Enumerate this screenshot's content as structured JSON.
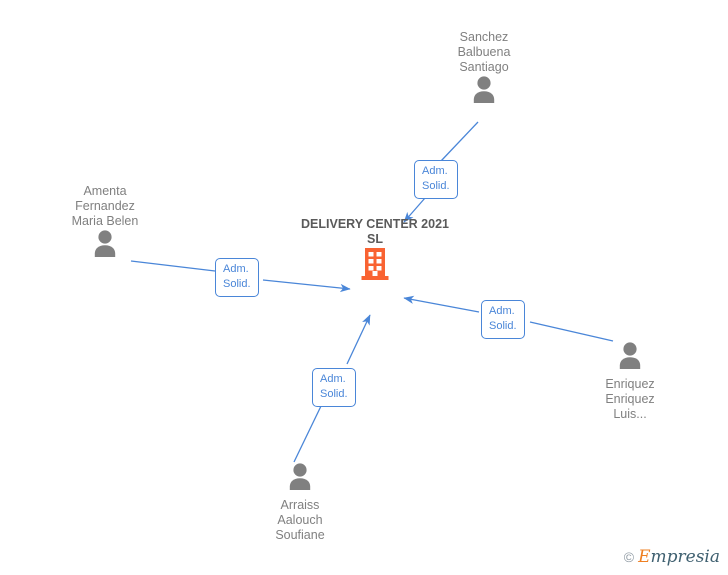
{
  "graph": {
    "title": "DELIVERY CENTER 2021  SL",
    "company": {
      "name": "DELIVERY CENTER 2021  SL",
      "icon": "company-building-icon",
      "color": "#f96332"
    },
    "person_color": "#808080",
    "edge_color": "#4a86d8",
    "persons": [
      {
        "id": "sanchez-balbuena-santiago",
        "name": "Sanchez\nBalbuena\nSantiago",
        "icon": "person-icon"
      },
      {
        "id": "amenta-fernandez-maria-belen",
        "name": "Amenta\nFernandez\nMaria Belen",
        "icon": "person-icon"
      },
      {
        "id": "enriquez-enriquez-luis",
        "name": "Enriquez\nEnriquez\nLuis...",
        "icon": "person-icon"
      },
      {
        "id": "arraiss-aalouch-soufiane",
        "name": "Arraiss\nAalouch\nSoufiane",
        "icon": "person-icon"
      }
    ],
    "edges": [
      {
        "id": "edge-sanchez",
        "from": "sanchez-balbuena-santiago",
        "to": "company",
        "label": "Adm.\nSolid."
      },
      {
        "id": "edge-amenta",
        "from": "amenta-fernandez-maria-belen",
        "to": "company",
        "label": "Adm.\nSolid."
      },
      {
        "id": "edge-enriquez",
        "from": "enriquez-enriquez-luis",
        "to": "company",
        "label": "Adm.\nSolid."
      },
      {
        "id": "edge-arraiss",
        "from": "arraiss-aalouch-soufiane",
        "to": "company",
        "label": "Adm.\nSolid."
      }
    ]
  },
  "watermark": {
    "copyright": "©",
    "brand_first": "E",
    "brand_rest": "mpresia"
  }
}
